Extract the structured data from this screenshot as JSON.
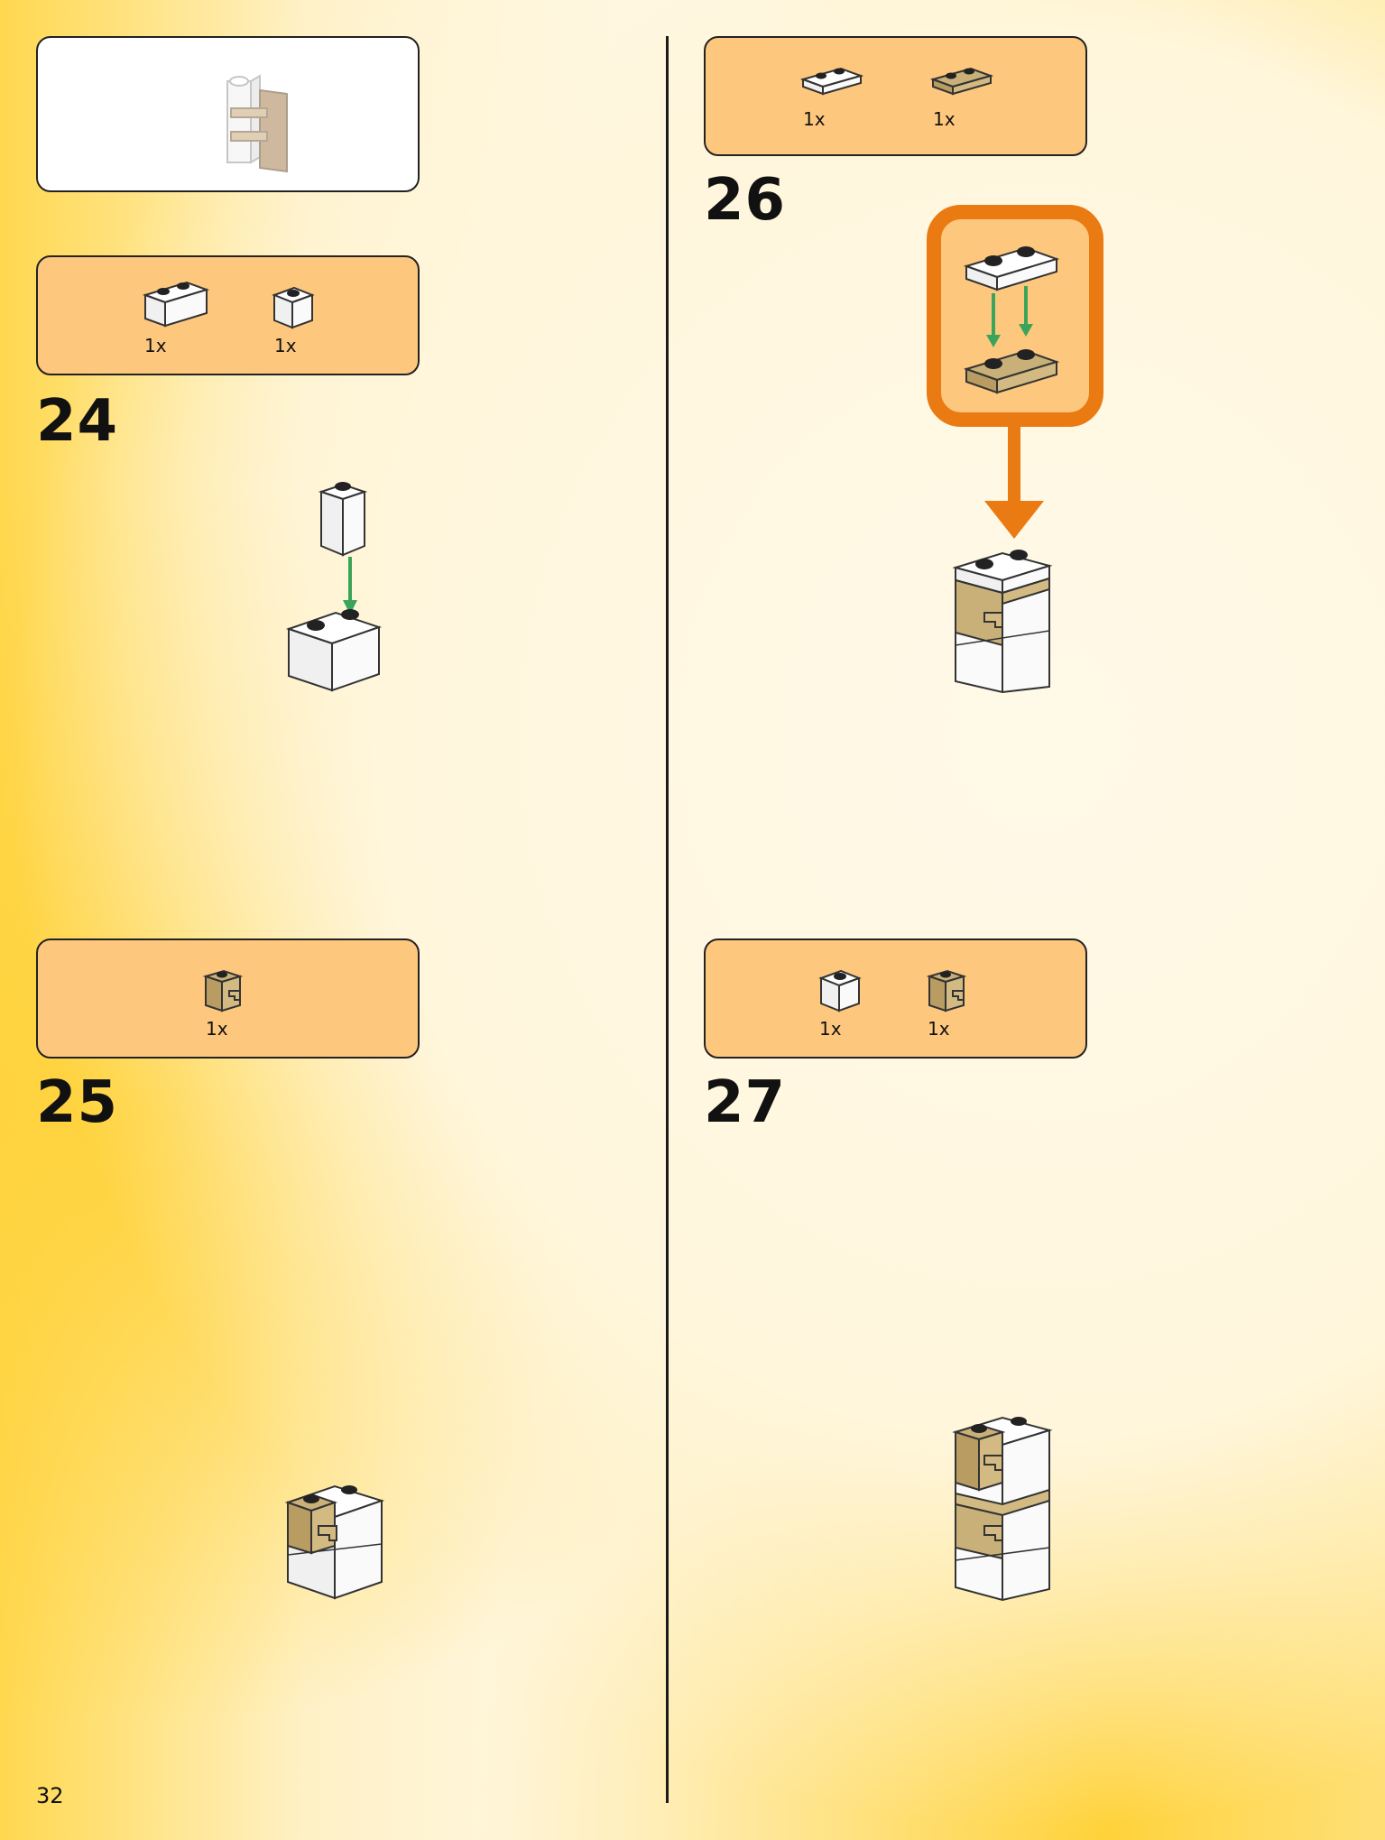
{
  "page": {
    "number": "32"
  },
  "steps": [
    {
      "number": "24",
      "parts": [
        {
          "qty": "1x",
          "name": "white-brick-1x2-icon"
        },
        {
          "qty": "1x",
          "name": "white-brick-1x1-icon"
        }
      ]
    },
    {
      "number": "25",
      "parts": [
        {
          "qty": "1x",
          "name": "tan-brick-with-clip-icon"
        }
      ]
    },
    {
      "number": "26",
      "parts": [
        {
          "qty": "1x",
          "name": "white-plate-1x2-icon"
        },
        {
          "qty": "1x",
          "name": "tan-plate-1x2-icon"
        }
      ]
    },
    {
      "number": "27",
      "parts": [
        {
          "qty": "1x",
          "name": "white-brick-1x1-icon"
        },
        {
          "qty": "1x",
          "name": "tan-brick-with-clip-icon"
        }
      ]
    }
  ],
  "colors": {
    "panel": "#fec77e",
    "white_brick": "#ffffff",
    "tan_brick": "#c8b078",
    "arrow_green": "#3aa55a",
    "callout_orange": "#ea7a12"
  }
}
